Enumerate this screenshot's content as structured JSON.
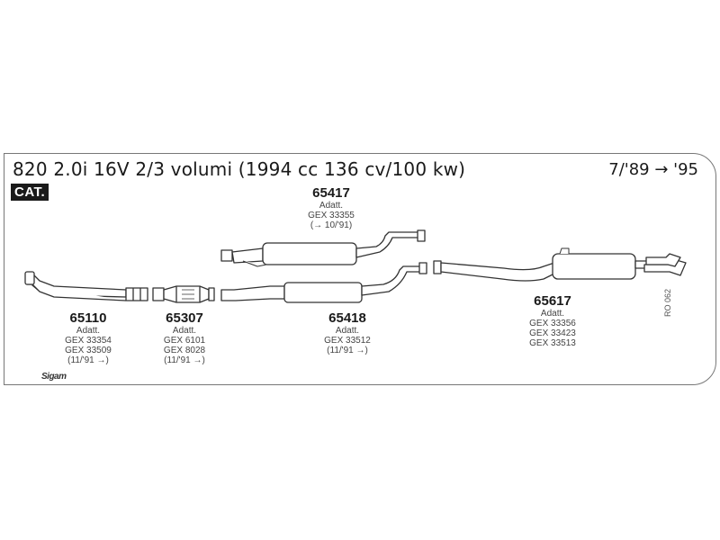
{
  "header": {
    "title": "820 2.0i 16V 2/3 volumi (1994 cc 136 cv/100 kw)",
    "years": "7/'89 → '95",
    "cat_badge": "CAT."
  },
  "parts": [
    {
      "id": "65417",
      "lines": [
        "Adatt.",
        "GEX 33355",
        "(→ 10/'91)"
      ]
    },
    {
      "id": "65110",
      "lines": [
        "Adatt.",
        "GEX 33354",
        "GEX 33509",
        "(11/'91 →)"
      ]
    },
    {
      "id": "65307",
      "lines": [
        "Adatt.",
        "GEX 6101",
        "GEX 8028",
        "(11/'91 →)"
      ]
    },
    {
      "id": "65418",
      "lines": [
        "Adatt.",
        "GEX 33512",
        "(11/'91 →)"
      ]
    },
    {
      "id": "65617",
      "lines": [
        "Adatt.",
        "GEX 33356",
        "GEX 33423",
        "GEX 33513"
      ]
    }
  ],
  "side_code": "RO 062",
  "brand": "Sigam",
  "colors": {
    "line": "#333333",
    "fill": "#ffffff",
    "frame": "#777777"
  }
}
